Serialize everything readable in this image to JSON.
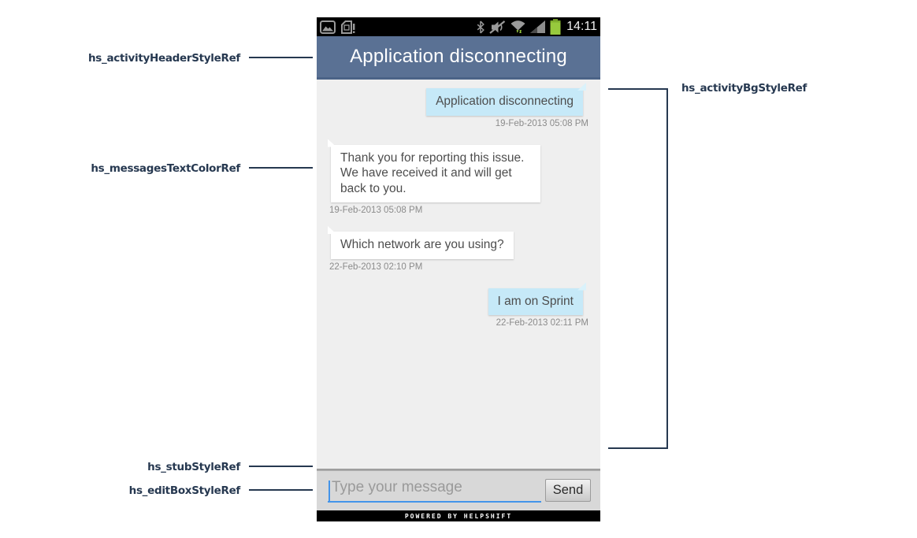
{
  "phone": {
    "status_bar": {
      "time": "14:11",
      "icons_left": [
        "gallery-icon",
        "sim-card-icon"
      ],
      "icons_right": [
        "bluetooth-icon",
        "mute-vibrate-icon",
        "wifi-icon",
        "signal-strength-icon",
        "battery-icon"
      ],
      "battery_color": "#97c93d",
      "icon_color": "#9a9a9a"
    },
    "header": {
      "title": "Application disconnecting",
      "bg_color": "#5a7194",
      "text_color": "#ffffff"
    },
    "conversation": {
      "bg_color": "#efefef",
      "outgoing_bubble_color": "#c6e9f8",
      "incoming_bubble_color": "#ffffff",
      "text_color": "#4d4d4d",
      "timestamp_color": "#8b8b8b",
      "messages": [
        {
          "side": "right",
          "text": "Application disconnecting",
          "timestamp": "19-Feb-2013 05:08 PM"
        },
        {
          "side": "left",
          "text": "Thank you for reporting this issue. We have received it and will get back to you.",
          "timestamp": "19-Feb-2013 05:08 PM"
        },
        {
          "side": "left",
          "text": "Which network are you using?",
          "timestamp": "22-Feb-2013 02:10 PM"
        },
        {
          "side": "right",
          "text": "I am on Sprint",
          "timestamp": "22-Feb-2013 02:11 PM"
        }
      ]
    },
    "composer": {
      "placeholder": "Type your message",
      "send_label": "Send",
      "accent_color": "#4394e9"
    },
    "footer": {
      "text": "POWERED BY HELPSHIFT"
    }
  },
  "annotations": {
    "color": "#263850",
    "left": [
      {
        "label": "hs_activityHeaderStyleRef"
      },
      {
        "label": "hs_messagesTextColorRef"
      },
      {
        "label": "hs_stubStyleRef"
      },
      {
        "label": "hs_editBoxStyleRef"
      }
    ],
    "right": {
      "label": "hs_activityBgStyleRef"
    }
  }
}
